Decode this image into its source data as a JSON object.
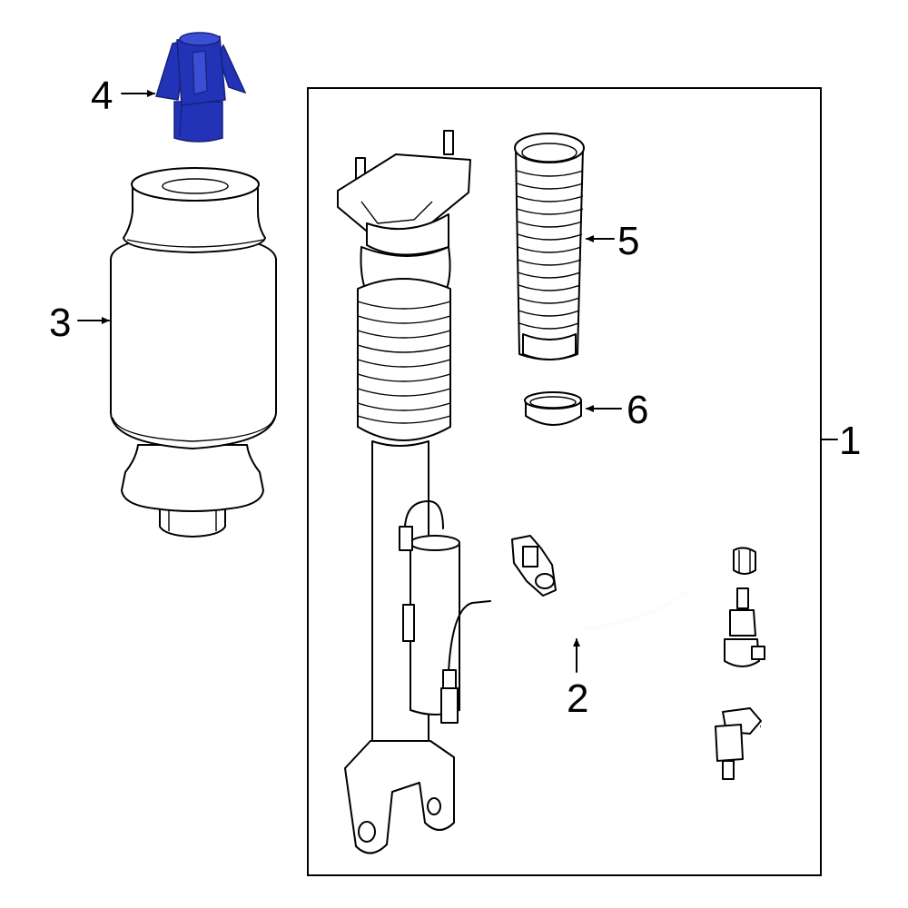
{
  "callouts": {
    "c1": "1",
    "c2": "2",
    "c3": "3",
    "c4": "4",
    "c5": "5",
    "c6": "6"
  },
  "colors": {
    "highlight_part": "#2233b8",
    "highlight_dark": "#16227a",
    "line": "#000000",
    "background": "#ffffff"
  },
  "highlighted_part": "4"
}
